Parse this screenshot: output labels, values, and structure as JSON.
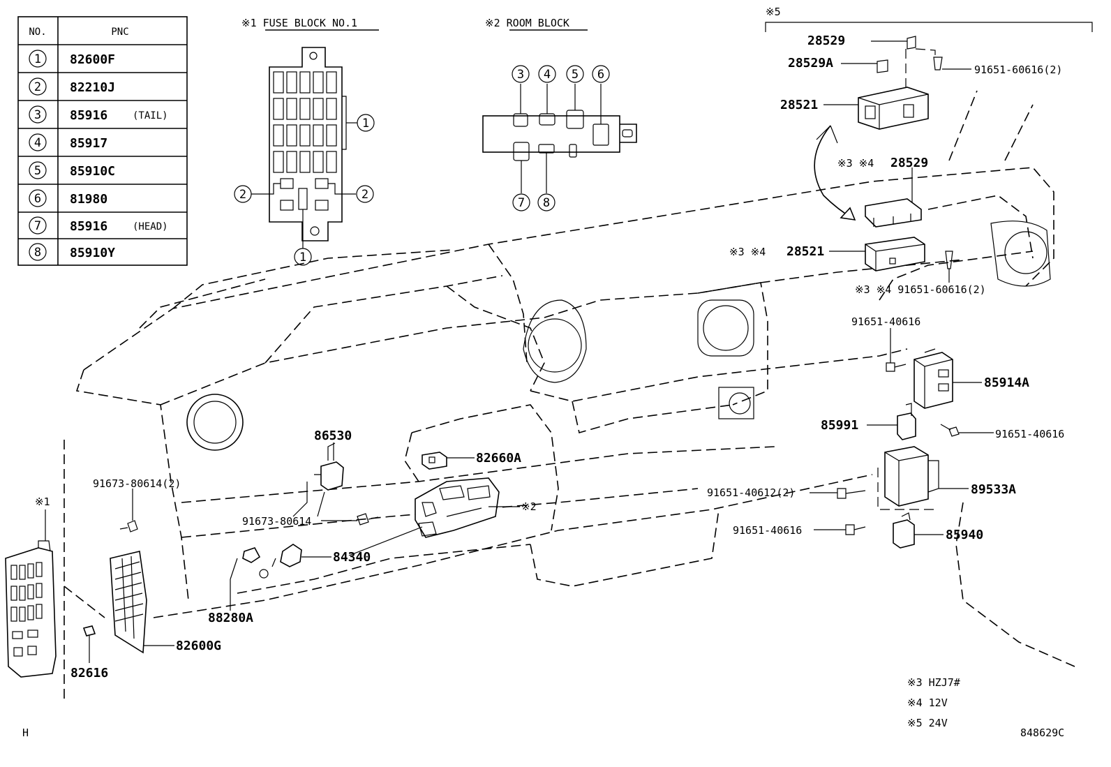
{
  "table": {
    "head_no": "NO.",
    "head_pnc": "PNC",
    "rows": [
      {
        "no": "1",
        "pnc": "82600F",
        "note": ""
      },
      {
        "no": "2",
        "pnc": "82210J",
        "note": ""
      },
      {
        "no": "3",
        "pnc": "85916",
        "note": "(TAIL)"
      },
      {
        "no": "4",
        "pnc": "85917",
        "note": ""
      },
      {
        "no": "5",
        "pnc": "85910C",
        "note": ""
      },
      {
        "no": "6",
        "pnc": "81980",
        "note": ""
      },
      {
        "no": "7",
        "pnc": "85916",
        "note": "(HEAD)"
      },
      {
        "no": "8",
        "pnc": "85910Y",
        "note": ""
      }
    ]
  },
  "headings": {
    "fuse_block": "※1 FUSE BLOCK NO.1",
    "room_block": "※2 ROOM BLOCK",
    "note5_bracket": "※5"
  },
  "callouts": {
    "c1": "1",
    "c2": "2",
    "c3": "3",
    "c4": "4",
    "c5": "5",
    "c6": "6",
    "c7": "7",
    "c8": "8"
  },
  "parts": {
    "p28529_top": "28529",
    "p28529A": "28529A",
    "p91651_60616_top": "91651-60616(2)",
    "p28521_top": "28521",
    "p28529_mid_prefix": "※3 ※4",
    "p28529_mid": "28529",
    "p28521_mid_prefix": "※3 ※4",
    "p28521_mid": "28521",
    "p91651_60616_mid": "※3 ※4 91651-60616(2)",
    "p91651_40616_a": "91651-40616",
    "p85914A": "85914A",
    "p85991": "85991",
    "p91651_40616_b": "91651-40616",
    "p89533A": "89533A",
    "p91651_40612": "91651-40612(2)",
    "p91651_40616_c": "91651-40616",
    "p85940": "85940",
    "p86530": "86530",
    "p82660A": "82660A",
    "p91673_80614_2": "91673-80614(2)",
    "p91673_80614": "91673-80614",
    "ref_room": "※2",
    "p84340": "84340",
    "ref_fuse": "※1",
    "p88280A": "88280A",
    "p82600G": "82600G",
    "p82616": "82616"
  },
  "notes": {
    "n3": "※3  HZJ7#",
    "n4": "※4  12V",
    "n5": "※5  24V"
  },
  "footer": {
    "left": "H",
    "code": "848629C"
  }
}
